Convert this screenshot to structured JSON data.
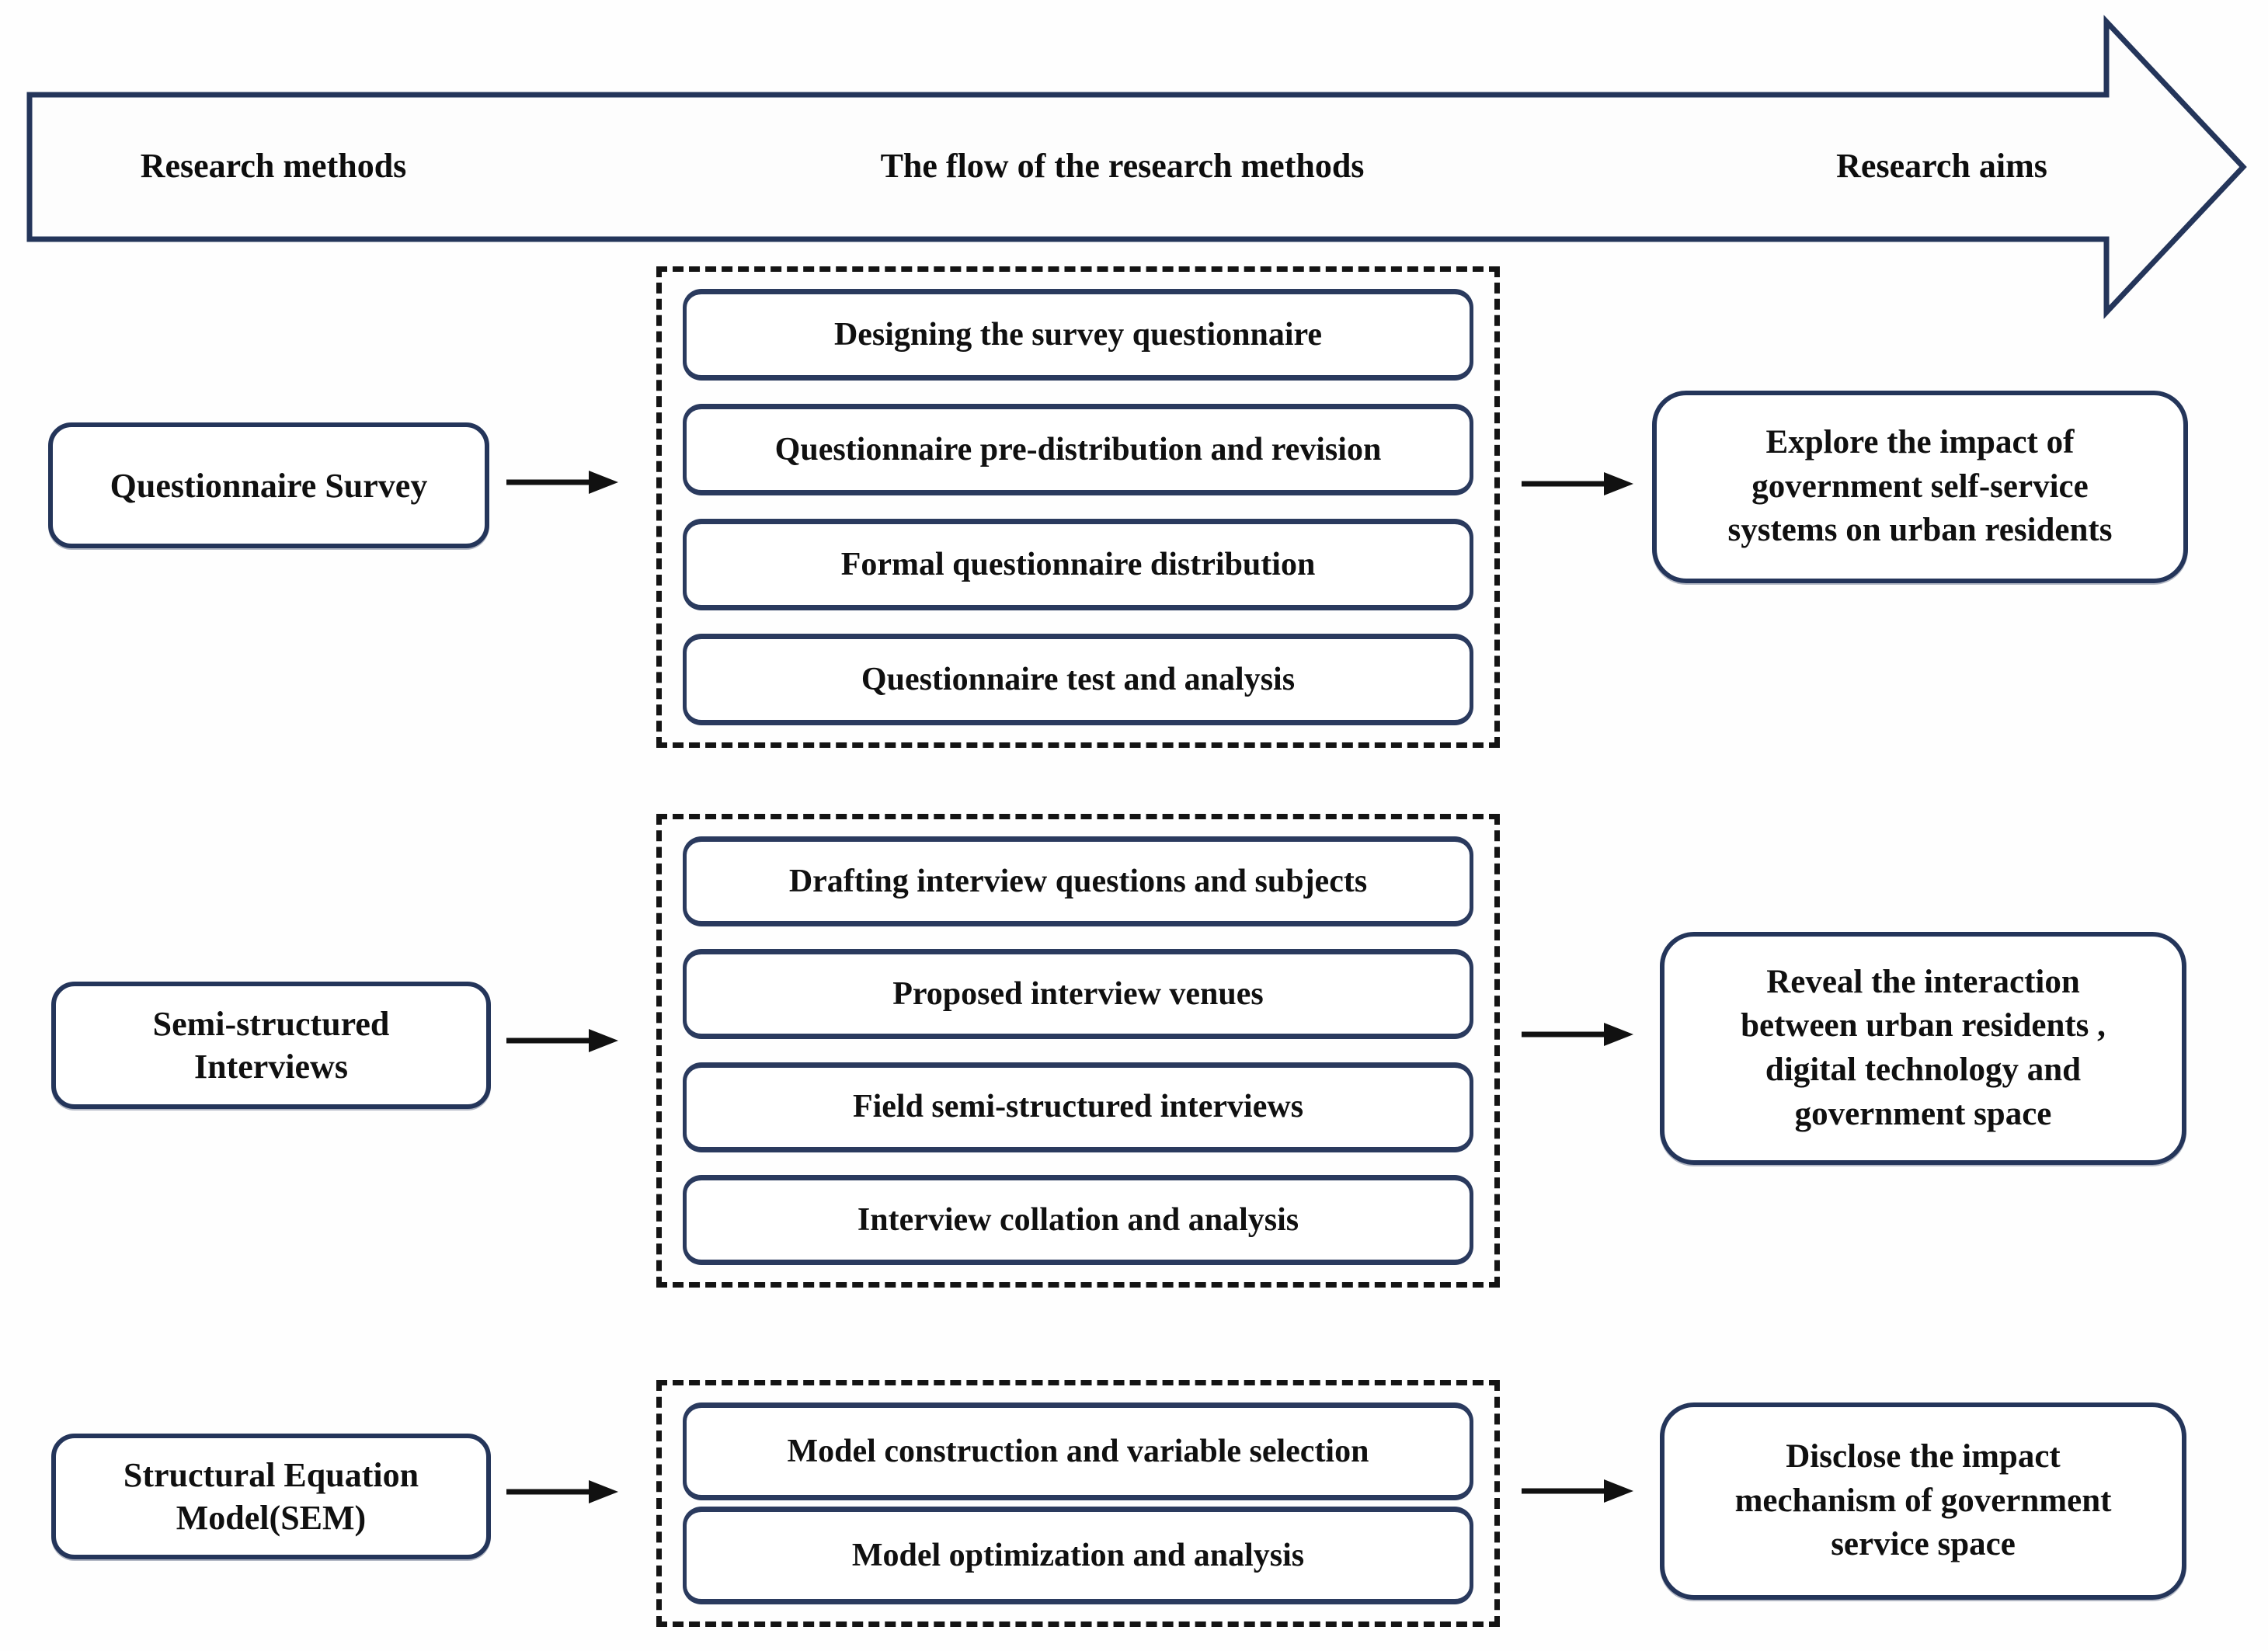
{
  "banner": {
    "columns": [
      {
        "label": "Research methods"
      },
      {
        "label": "The flow of the research methods"
      },
      {
        "label": "Research aims"
      }
    ]
  },
  "rows": [
    {
      "method": "Questionnaire Survey",
      "steps": [
        "Designing the survey questionnaire",
        "Questionnaire pre-distribution and revision",
        "Formal questionnaire distribution",
        "Questionnaire test and analysis"
      ],
      "aim": "Explore the impact of\ngovernment self-service\nsystems on urban residents"
    },
    {
      "method": "Semi-structured\nInterviews",
      "steps": [
        "Drafting interview questions and subjects",
        "Proposed interview venues",
        "Field semi-structured interviews",
        "Interview collation and analysis"
      ],
      "aim": "Reveal the interaction\nbetween urban residents ,\ndigital technology and\ngovernment  space"
    },
    {
      "method": "Structural Equation\nModel(SEM)",
      "steps": [
        "Model construction and variable selection",
        "Model optimization and analysis"
      ],
      "aim": "Disclose the impact\nmechanism of government\nservice space"
    }
  ],
  "colors": {
    "outline_navy": "#24355a",
    "step_navy": "#2a3a5e",
    "dash_black": "#141414",
    "connector_black": "#111111",
    "text_black": "#0d0d0d"
  }
}
